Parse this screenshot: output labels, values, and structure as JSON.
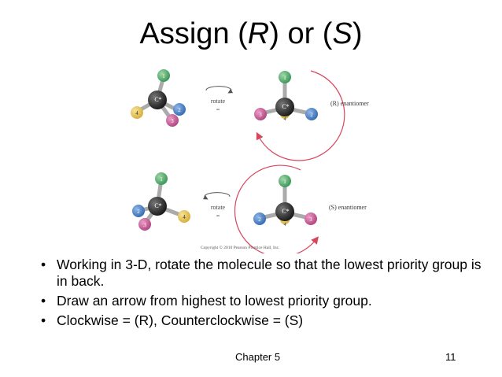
{
  "slide": {
    "title_before_r": "Assign (",
    "title_r": "R",
    "title_mid": ") or (",
    "title_s": "S",
    "title_after": ")"
  },
  "figure": {
    "top_row": {
      "rotate_label": "rotate",
      "equals": "=",
      "enantiomer_label": "(R) enantiomer",
      "left_molecule": {
        "center": "C*",
        "atoms": [
          "1",
          "2",
          "3",
          "4"
        ]
      },
      "right_molecule": {
        "center": "C*",
        "atoms": [
          "1",
          "2",
          "3",
          "4"
        ]
      }
    },
    "bottom_row": {
      "rotate_label": "rotate",
      "equals": "=",
      "enantiomer_label": "(S) enantiomer",
      "left_molecule": {
        "center": "C*",
        "atoms": [
          "1",
          "2",
          "3",
          "4"
        ]
      },
      "right_molecule": {
        "center": "C*",
        "atoms": [
          "1",
          "2",
          "3",
          "4"
        ]
      }
    },
    "copyright": "Copyright © 2010 Pearson Prentice Hall, Inc.",
    "colors": {
      "green": "#3f9a5a",
      "blue": "#3a6fb5",
      "pink": "#c0558f",
      "yellow": "#e3c24e",
      "red_arrow": "#d8455c",
      "center": "#2b2b2b"
    }
  },
  "bullets": [
    "Working in 3-D, rotate the molecule so that the lowest priority group is in back.",
    "Draw an arrow from highest to lowest priority group.",
    "Clockwise = (R), Counterclockwise = (S)"
  ],
  "footer": {
    "chapter": "Chapter 5",
    "page": "11"
  }
}
